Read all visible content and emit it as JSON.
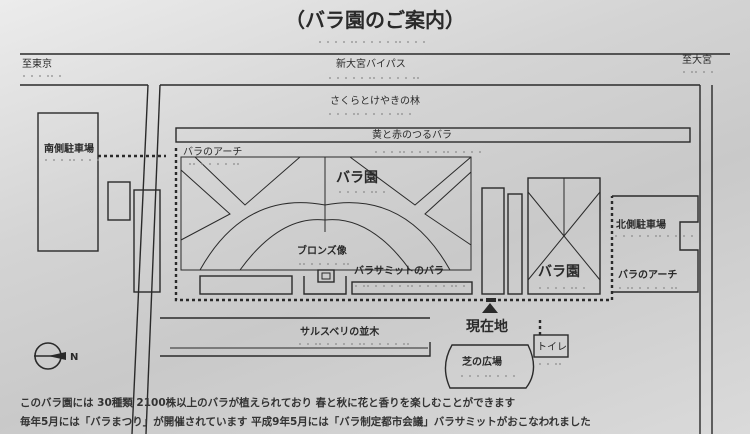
{
  "title": "（バラ園のご案内）",
  "labels": {
    "to_tokyo": "至東京",
    "to_omiya": "至大宮",
    "bypass": "新大宮バイパス",
    "sakura_forest": "さくらとけやきの林",
    "yellow_red_rose": "黄と赤のつるバラ",
    "south_parking": "南側駐車場",
    "rose_arch_left": "バラのアーチ",
    "rose_garden_main": "バラ園",
    "bronze_statue": "ブロンズ像",
    "rose_summit_rose": "バラサミットのバラ",
    "rose_garden_east": "バラ園",
    "north_parking": "北側駐車場",
    "rose_arch_right": "バラのアーチ",
    "crape_myrtle_row": "サルスベリの並木",
    "current_location": "現在地",
    "toilet": "トイレ",
    "lawn_plaza": "芝の広場",
    "compass_north": "N"
  },
  "description": {
    "line1": "このバラ園には 30種類 2100株以上のバラが植えられており 春と秋に花と香りを楽しむことができます",
    "line2": "毎年5月には「バラまつり」が開催されています 平成9年5月には「バラ制定都市会議」バラサミットがおこなわれました"
  },
  "colors": {
    "ink": "#2a2a2a",
    "plate": "#d6d6d6",
    "braille": "#8a8a8a"
  },
  "icons": {
    "compass": "compass-icon",
    "you_are_here": "triangle-marker-icon"
  }
}
